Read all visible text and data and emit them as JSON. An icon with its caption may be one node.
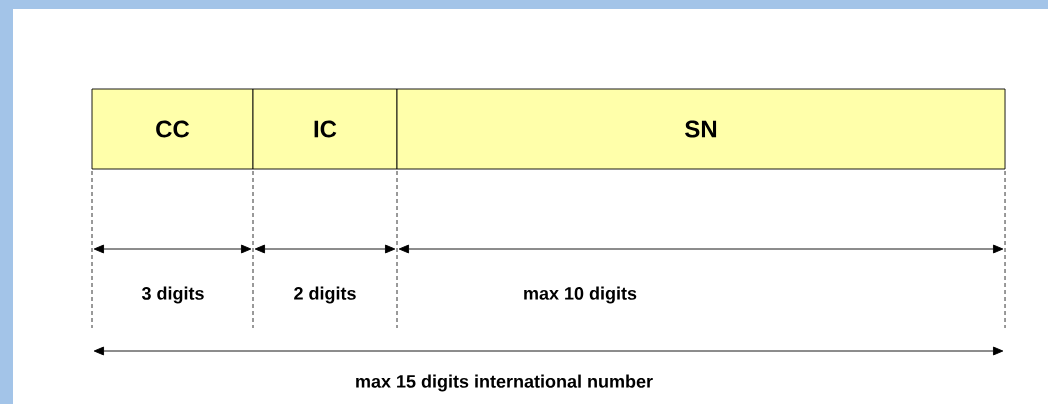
{
  "diagram": {
    "nodes": [
      {
        "text": [
          "CC"
        ]
      },
      {
        "text": [
          "IC"
        ]
      },
      {
        "text": [
          "SN"
        ]
      }
    ],
    "labels": [
      "3 digits",
      "2 digits",
      "max 10 digits",
      "max 15 digits international number"
    ]
  }
}
